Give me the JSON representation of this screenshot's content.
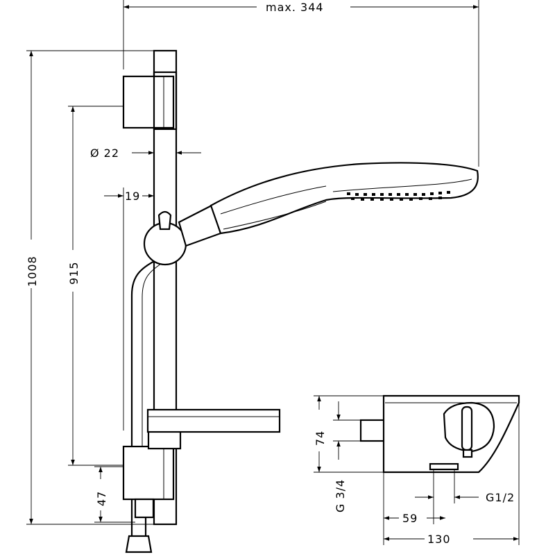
{
  "dimensions": {
    "max_reach": "max. 344",
    "rod_diameter": "Ø 22",
    "wall_offset": "19",
    "total_height": "1008",
    "holder_spacing": "915",
    "bottom_offset": "47",
    "thermostat_height": "74",
    "inlet_thread_left": "G 3/4",
    "inlet_thread_right": "G1/2",
    "outlet_offset": "59",
    "thermostat_width": "130"
  }
}
